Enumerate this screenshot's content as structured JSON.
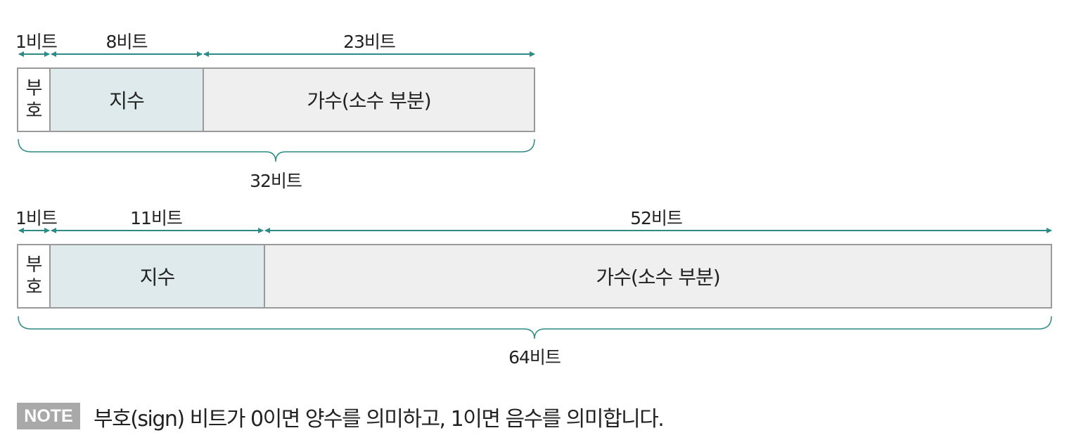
{
  "diagrams": [
    {
      "sign_bits": "1비트",
      "exponent_bits": "8비트",
      "mantissa_bits": "23비트",
      "sign_label_top": "부",
      "sign_label_bottom": "호",
      "exponent_label": "지수",
      "mantissa_label": "가수(소수 부분)",
      "total_bits": "32비트"
    },
    {
      "sign_bits": "1비트",
      "exponent_bits": "11비트",
      "mantissa_bits": "52비트",
      "sign_label_top": "부",
      "sign_label_bottom": "호",
      "exponent_label": "지수",
      "mantissa_label": "가수(소수 부분)",
      "total_bits": "64비트"
    }
  ],
  "note": {
    "tag": "NOTE",
    "text": "부호(sign) 비트가 0이면 양수를 의미하고, 1이면 음수를 의미합니다."
  },
  "colors": {
    "arrow": "#2e8a86",
    "exponent_fill": "#deeaeb",
    "mantissa_fill": "#efefef",
    "border": "#9a9a9a",
    "note_tag": "#a9a9a9"
  }
}
